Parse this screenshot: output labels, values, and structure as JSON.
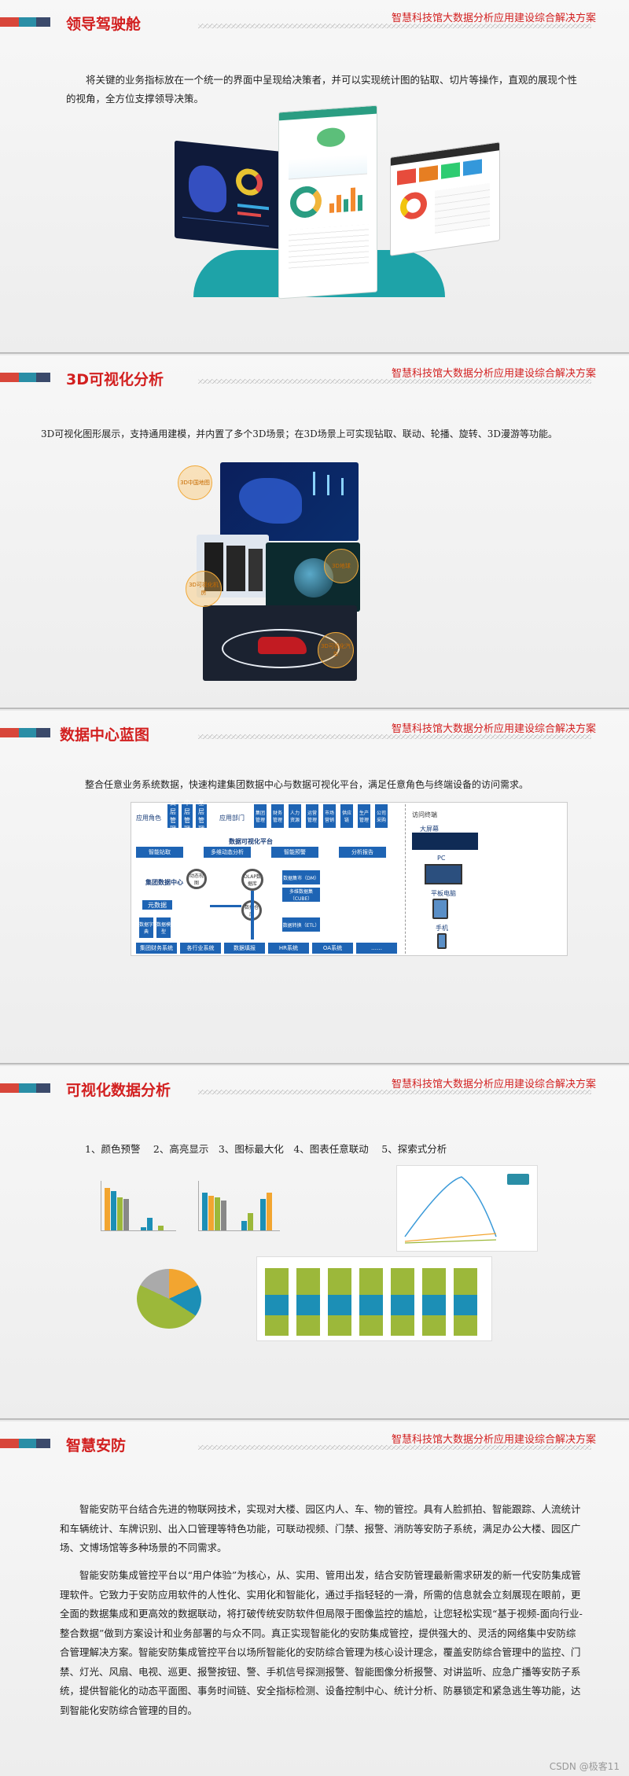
{
  "header_text": "智慧科技馆大数据分析应用建设综合解决方案",
  "slides": [
    {
      "title": "领导驾驶舱",
      "body": "将关键的业务指标放在一个统一的界面中呈现给决策者，并可以实现统计图的钻取、切片等操作，直观的展现个性的视角，全方位支撑领导决策。"
    },
    {
      "title": "3D可视化分析",
      "body": "3D可视化图形展示，支持通用建模，并内置了多个3D场景；在3D场景上可实现钻取、联动、轮播、旋转、3D漫游等功能。",
      "labels": [
        "3D中国地图",
        "3D地球",
        "3D可视化机房",
        "3D可视化汽车"
      ]
    },
    {
      "title": "数据中心蓝图",
      "body": "整合任意业务系统数据，快速构建集团数据中心与数据可视化平台，满足任意角色与终端设备的访问需求。",
      "roles_label": "应用角色",
      "roles": [
        "高层管理",
        "中层管理",
        "基层管理"
      ],
      "depts_label": "应用部门",
      "depts": [
        "集团管理",
        "财务管理",
        "人力资源",
        "运营管理",
        "市场营销",
        "供应链",
        "生产管理",
        "公司采购"
      ],
      "features": [
        "智能钻取",
        "多维动态分析",
        "智能预警",
        "分析报告"
      ],
      "platform": "数据可视化平台",
      "center": "集团数据中心",
      "metadata": "元数据",
      "dict": "数据字典",
      "model": "数据模型",
      "dynamic": "动态视图",
      "olap": "OLAP数据库",
      "warehouse": "数据仓库",
      "mart": "数据集市（DM）",
      "cube": "多维数据集（CUBE）",
      "etl": "数据转换（ETL）",
      "sources": [
        "集团财务系统",
        "各行业系统",
        "数据填报",
        "HR系统",
        "OA系统",
        "……"
      ],
      "terminals_label": "访问终端",
      "terminals": [
        "大屏幕",
        "PC",
        "平板电脑",
        "手机"
      ]
    },
    {
      "title": "可视化数据分析",
      "features_line": "1、颜色预警　 2、高亮显示　3、图标最大化　4、图表任意联动　 5、探索式分析"
    },
    {
      "title": "智慧安防",
      "p1": "智能安防平台结合先进的物联网技术，实现对大楼、园区内人、车、物的管控。具有人脸抓拍、智能跟踪、人流统计和车辆统计、车牌识别、出入口管理等特色功能，可联动视频、门禁、报警、消防等安防子系统，满足办公大楼、园区广场、文博场馆等多种场景的不同需求。",
      "p2": "智能安防集成管控平台以“用户体验”为核心，从、实用、管用出发，结合安防管理最新需求研发的新一代安防集成管理软件。它致力于安防应用软件的人性化、实用化和智能化，通过手指轻轻的一滑，所需的信息就会立刻展现在眼前，更全面的数据集成和更高效的数据联动，将打破传统安防软件但局限于图像监控的尴尬，让您轻松实现“基于视频-面向行业-整合数据”做到方案设计和业务部署的与众不同。真正实现智能化的安防集成管控，提供强大的、灵活的网络集中安防综合管理解决方案。智能安防集成管控平台以场所智能化的安防综合管理为核心设计理念，覆盖安防综合管理中的监控、门禁、灯光、风扇、电视、巡更、报警按钮、警、手机信号探测报警、智能图像分析报警、对讲监听、应急广播等安防子系统，提供智能化的动态平面图、事务时间链、安全指标检测、设备控制中心、统计分析、防暴锁定和紧急逃生等功能，达到智能化安防综合管理的目的。"
    }
  ],
  "footer": "CSDN @极客11",
  "colors": {
    "title_red": "#d21f1f",
    "stripe_red": "#d8463a",
    "stripe_teal": "#2a8ea6",
    "diagram_blue": "#1e64b4"
  }
}
